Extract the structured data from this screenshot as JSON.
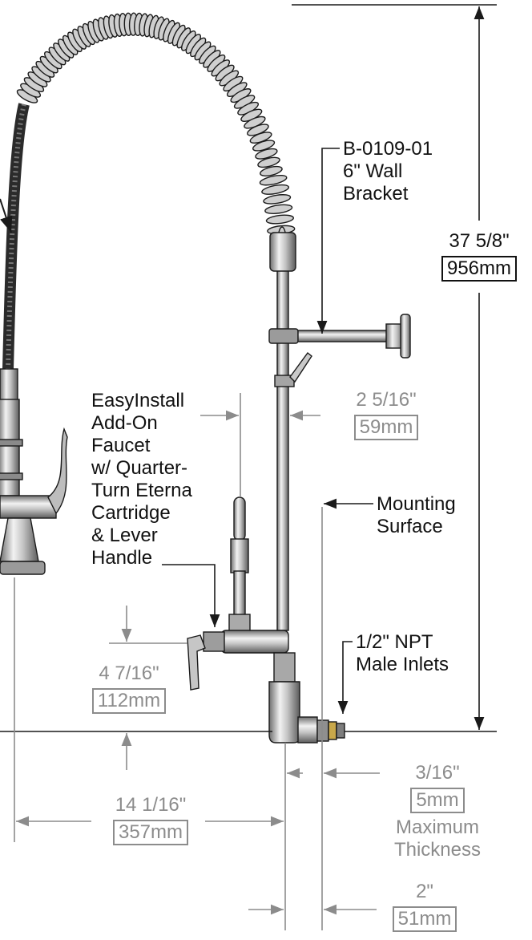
{
  "labels": {
    "wall_bracket": [
      "B-0109-01",
      "6\" Wall",
      "Bracket"
    ],
    "addon_faucet": [
      "EasyInstall",
      "Add-On",
      "Faucet",
      "w/ Quarter-",
      "Turn Eterna",
      "Cartridge",
      "& Lever",
      "Handle"
    ],
    "mounting_surface": [
      "Mounting",
      "Surface"
    ],
    "inlets": [
      "1/2\" NPT",
      "Male Inlets"
    ]
  },
  "dimensions": {
    "overall_height": {
      "imperial": "37 5/8\"",
      "metric": "956mm"
    },
    "riser_offset": {
      "imperial": "2 5/16\"",
      "metric": "59mm"
    },
    "faucet_height": {
      "imperial": "4 7/16\"",
      "metric": "112mm"
    },
    "reach": {
      "imperial": "14 1/16\"",
      "metric": "357mm"
    },
    "thickness": {
      "imperial": "3/16\"",
      "metric": "5mm",
      "note": [
        "Maximum",
        "Thickness"
      ]
    },
    "inlet_spacing": {
      "imperial": "2\"",
      "metric": "51mm"
    }
  },
  "colors": {
    "line": "#1a1a1a",
    "dim": "#8c8c8c",
    "chrome": "#b9b9b9",
    "chrome_dark": "#5a5a5a",
    "brass": "#c9a84a"
  }
}
